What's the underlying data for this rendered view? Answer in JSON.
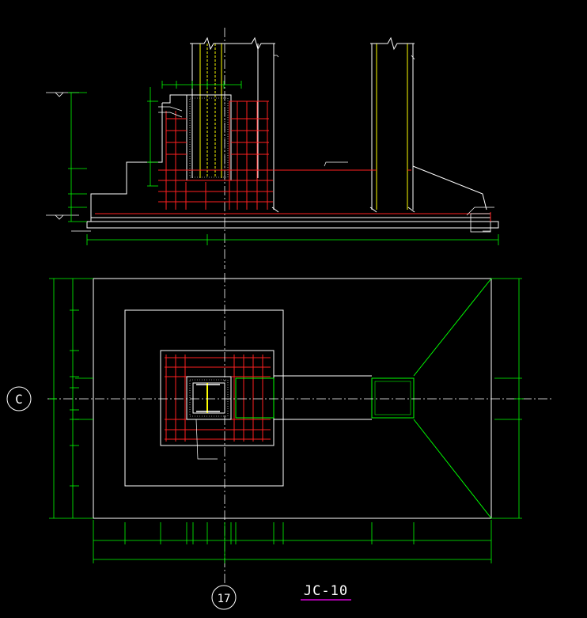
{
  "drawing": {
    "title": "JC-10",
    "axis_letter": "C",
    "axis_number": "17"
  },
  "colors": {
    "background": "#000000",
    "outline": "#ffffff",
    "dimension": "#00ff00",
    "rebar": "#ff2020",
    "column": "#ffff00",
    "axis": "#ffffff",
    "title_underline": "#ff00ff",
    "label": "#ffffff"
  }
}
